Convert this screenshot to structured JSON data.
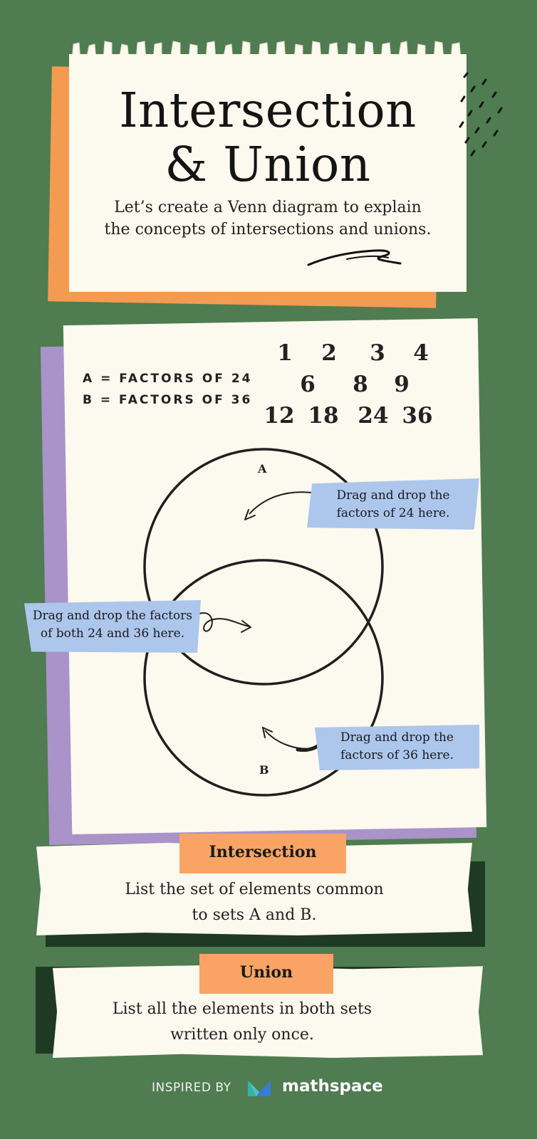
{
  "colors": {
    "background": "#4f7c50",
    "paper": "#fcf9ee",
    "orange": "#f49b52",
    "purple": "#a993c8",
    "blue_tag": "#adc6ec",
    "label_orange": "#f9a464",
    "dark_green": "#1f3a23"
  },
  "header": {
    "title_line1": "Intersection",
    "title_line2": "& Union",
    "subtitle_line1": "Let’s create a Venn diagram to explain",
    "subtitle_line2": "the concepts of intersections and unions."
  },
  "venn": {
    "set_a_definition": "A = FACTORS OF 24",
    "set_b_definition": "B = FACTORS OF 36",
    "numbers_row1": [
      "1",
      "2",
      "3",
      "4"
    ],
    "numbers_row2": [
      "6",
      "8",
      "9"
    ],
    "numbers_row3": [
      "12",
      "18",
      "24",
      "36"
    ],
    "circle_a_label": "A",
    "circle_b_label": "B",
    "tag_a_line1": "Drag and drop the",
    "tag_a_line2": "factors of 24 here.",
    "tag_both_line1": "Drag and drop the factors",
    "tag_both_line2": "of both 24 and 36 here.",
    "tag_b_line1": "Drag and drop the",
    "tag_b_line2": "factors of 36 here."
  },
  "intersection": {
    "label": "Intersection",
    "text_line1": "List the set of elements common",
    "text_line2": "to sets A and B."
  },
  "union": {
    "label": "Union",
    "text_line1": "List all the elements in both sets",
    "text_line2": "written only once."
  },
  "footer": {
    "inspired_by": "INSPIRED BY",
    "brand": "mathspace",
    "logo_icon": "mathspace-logo-icon"
  }
}
